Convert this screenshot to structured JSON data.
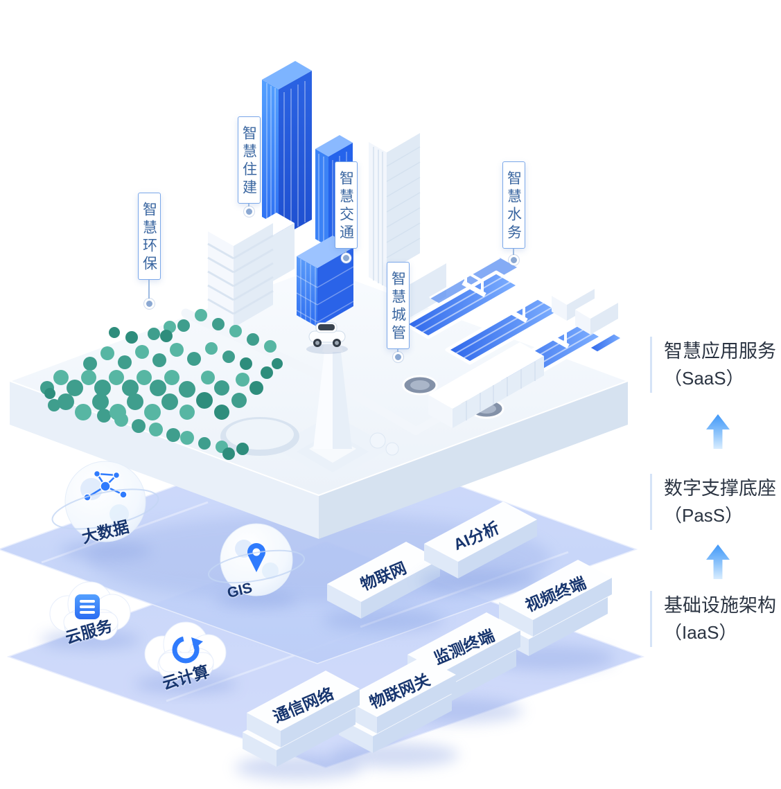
{
  "callouts": [
    {
      "label": "智慧环保"
    },
    {
      "label": "智慧住建"
    },
    {
      "label": "智慧交通"
    },
    {
      "label": "智慧城管"
    },
    {
      "label": "智慧水务"
    }
  ],
  "paas_items": [
    {
      "label": "大数据",
      "icon": "network-nodes-icon"
    },
    {
      "label": "GIS",
      "icon": "location-pin-icon"
    },
    {
      "label": "物联网"
    },
    {
      "label": "AI分析"
    },
    {
      "label": "视频终端"
    }
  ],
  "iaas_items": [
    {
      "label": "云服务",
      "icon": "server-list-icon"
    },
    {
      "label": "云计算",
      "icon": "sync-arrow-icon"
    },
    {
      "label": "通信网络"
    },
    {
      "label": "物联网关"
    },
    {
      "label": "监测终端"
    }
  ],
  "right_panel": [
    {
      "title": "智慧应用服务",
      "subtitle": "（SaaS）"
    },
    {
      "title": "数字支撑底座",
      "subtitle": "（PasS）"
    },
    {
      "title": "基础设施架构",
      "subtitle": "（IaaS）"
    }
  ],
  "colors": {
    "accent_blue": "#2F7BFD",
    "deep_blue": "#2563EB",
    "layer_periwinkle": "#C5D3F7",
    "tree_green": "#3F9E8D",
    "label_navy": "#17356E",
    "callout_blue": "#3A66A0"
  }
}
